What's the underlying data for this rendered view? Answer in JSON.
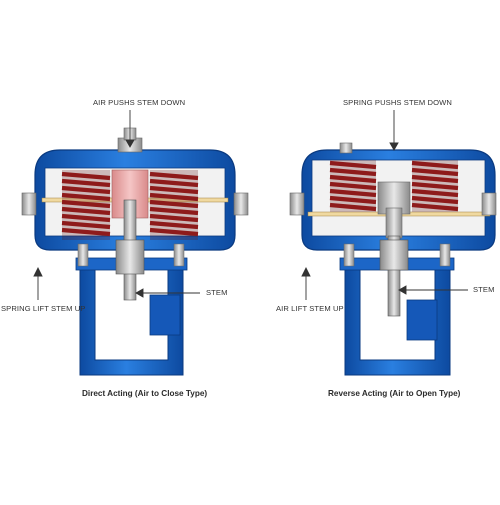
{
  "labels": {
    "left_top": "AIR PUSHS STEM DOWN",
    "left_side": "SPRING LIFT STEM UP",
    "left_stem": "STEM",
    "right_top": "SPRING PUSHS STEM DOWN",
    "right_side": "AIR LIFT STEM UP",
    "right_stem": "STEM"
  },
  "captions": {
    "left": "Direct Acting (Air to Close Type)",
    "right": "Reverse Acting (Air to Open Type)"
  },
  "colors": {
    "body_blue": "#1d6fd1",
    "body_blue_dark": "#0d4aa0",
    "spring": "#8e1b1b",
    "stem": "#b8b8b8",
    "diaphragm": "#f0d9a0",
    "arrow": "#333333"
  }
}
